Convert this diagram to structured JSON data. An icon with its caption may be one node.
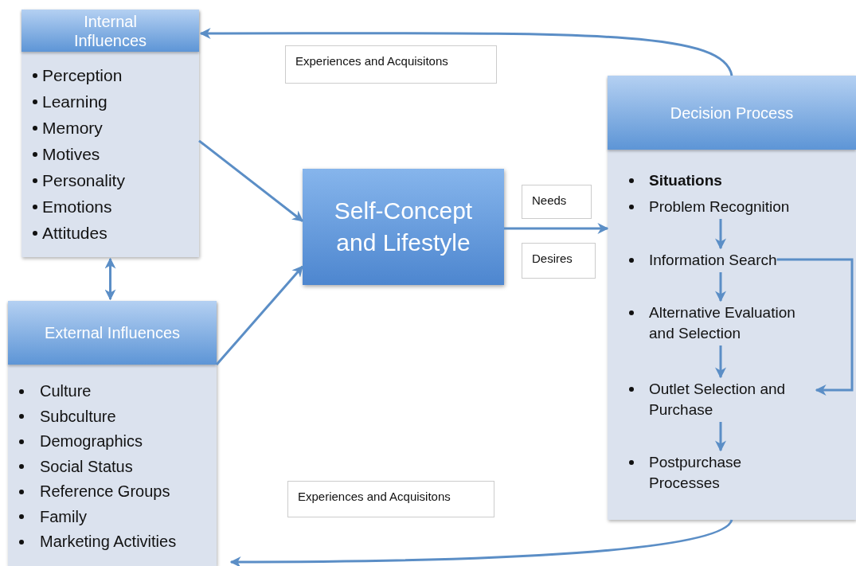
{
  "diagram": {
    "nodes": [
      {
        "text": [
          "Internal Influences",
          "Perception",
          "Learning",
          "Memory",
          "Motives",
          "Personality",
          "Emotions",
          "Attitudes"
        ]
      },
      {
        "text": [
          "Experiences and Acquisitons"
        ]
      },
      {
        "text": [
          "Self-Concept and Lifestyle"
        ]
      },
      {
        "text": [
          "Needs"
        ]
      },
      {
        "text": [
          "Desires"
        ]
      },
      {
        "text": [
          "Decision Process"
        ]
      },
      {
        "text": [
          "Situations"
        ],
        "in": 5
      },
      {
        "text": [
          "Problem Recognition"
        ],
        "in": 5
      },
      {
        "text": [
          "Information Search"
        ],
        "in": 5
      },
      {
        "text": [
          "Alternative Evaluation and Selection"
        ],
        "in": 5
      },
      {
        "text": [
          "Outlet Selection and Purchase"
        ],
        "in": 5
      },
      {
        "text": [
          "Postpurchase Processes"
        ],
        "in": 5
      },
      {
        "text": [
          "External Influences",
          "Culture",
          "Subculture",
          "Demographics",
          "Social Status",
          "Reference Groups",
          "Family",
          "Marketing Activities"
        ]
      },
      {
        "text": [
          "Experiences and Acquisitons"
        ]
      }
    ],
    "edges": [
      {
        "from": 5,
        "to": 0,
        "arrow": "to"
      },
      {
        "from": 0,
        "to": 2,
        "arrow": "to"
      },
      {
        "from": 12,
        "to": 2,
        "arrow": "to"
      },
      {
        "from": 0,
        "to": 12,
        "arrow": "both"
      },
      {
        "from": 2,
        "to": 5,
        "arrow": "to"
      },
      {
        "from": 7,
        "to": 8,
        "arrow": "to"
      },
      {
        "from": 8,
        "to": 9,
        "arrow": "to"
      },
      {
        "from": 9,
        "to": 10,
        "arrow": "to"
      },
      {
        "from": 10,
        "to": 11,
        "arrow": "to"
      },
      {
        "from": 8,
        "to": 10,
        "arrow": "to"
      },
      {
        "from": 5,
        "to": 12,
        "arrow": "to"
      }
    ]
  }
}
